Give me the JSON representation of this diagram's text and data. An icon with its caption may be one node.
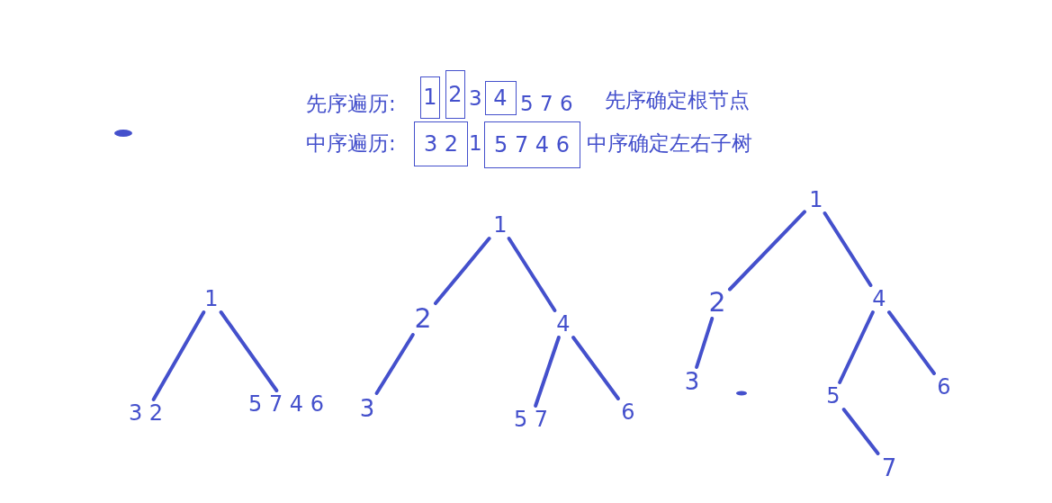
{
  "diagram": {
    "nodes": [
      {
        "text": [
          "1"
        ]
      },
      {
        "text": [
          "2"
        ]
      },
      {
        "text": [
          "4"
        ]
      },
      {
        "text": [
          "3 2"
        ]
      },
      {
        "text": [
          "5 7 4 6"
        ]
      },
      {
        "text": [
          "1"
        ]
      },
      {
        "text": [
          "3 2"
        ]
      },
      {
        "text": [
          "5 7 4 6"
        ]
      },
      {
        "text": [
          "1"
        ]
      },
      {
        "text": [
          "2"
        ]
      },
      {
        "text": [
          "3"
        ]
      },
      {
        "text": [
          "4"
        ]
      },
      {
        "text": [
          "5 7"
        ]
      },
      {
        "text": [
          "6"
        ]
      },
      {
        "text": [
          "1"
        ]
      },
      {
        "text": [
          "2"
        ]
      },
      {
        "text": [
          "3"
        ]
      },
      {
        "text": [
          "4"
        ]
      },
      {
        "text": [
          "5"
        ]
      },
      {
        "text": [
          "6"
        ]
      },
      {
        "text": [
          "7"
        ]
      }
    ],
    "edges": [
      {
        "from": 5,
        "to": 6,
        "arrow": "none"
      },
      {
        "from": 5,
        "to": 7,
        "arrow": "none"
      },
      {
        "from": 8,
        "to": 9,
        "arrow": "none"
      },
      {
        "from": 8,
        "to": 11,
        "arrow": "none"
      },
      {
        "from": 9,
        "to": 10,
        "arrow": "none"
      },
      {
        "from": 11,
        "to": 12,
        "arrow": "none"
      },
      {
        "from": 11,
        "to": 13,
        "arrow": "none"
      },
      {
        "from": 14,
        "to": 15,
        "arrow": "none"
      },
      {
        "from": 14,
        "to": 17,
        "arrow": "none"
      },
      {
        "from": 15,
        "to": 16,
        "arrow": "none"
      },
      {
        "from": 17,
        "to": 18,
        "arrow": "none"
      },
      {
        "from": 17,
        "to": 19,
        "arrow": "none"
      },
      {
        "from": 18,
        "to": 20,
        "arrow": "none"
      }
    ],
    "labels": [
      "先序遍历:",
      "3",
      "5 7 6",
      "先序确定根节点",
      "中序遍历:",
      "1",
      "中序确定左右子树"
    ]
  }
}
